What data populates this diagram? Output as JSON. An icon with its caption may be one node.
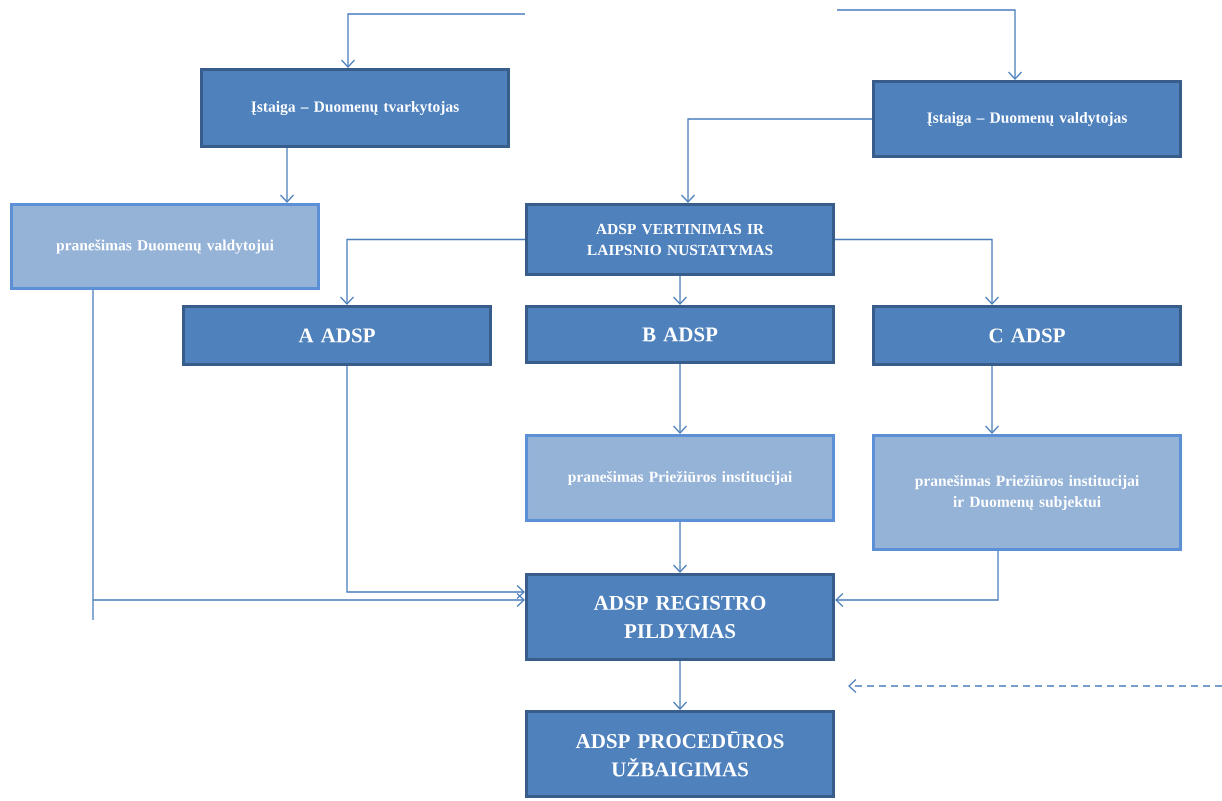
{
  "diagram": {
    "nodes": [
      {
        "text": [
          "Įstaiga – Duomenų tvarkytojas"
        ]
      },
      {
        "text": [
          "Įstaiga – Duomenų valdytojas"
        ]
      },
      {
        "text": [
          "pranešimas Duomenų valdytojui"
        ]
      },
      {
        "text": [
          "ADSP VERTINIMAS IR LAIPSNIO NUSTATYMAS"
        ]
      },
      {
        "text": [
          "A ADSP"
        ]
      },
      {
        "text": [
          "B ADSP"
        ]
      },
      {
        "text": [
          "C ADSP"
        ]
      },
      {
        "text": [
          "pranešimas Priežiūros institucijai"
        ]
      },
      {
        "text": [
          "pranešimas Priežiūros institucijai ir Duomenų subjektui"
        ]
      },
      {
        "text": [
          "ADSP REGISTRO PILDYMAS"
        ]
      },
      {
        "text": [
          "ADSP PROCEDŪROS UŽBAIGIMAS"
        ]
      }
    ],
    "edges": [
      {
        "from": null,
        "to": 0,
        "arrow": "to"
      },
      {
        "from": null,
        "to": 1,
        "arrow": "to"
      },
      {
        "from": 0,
        "to": 2,
        "arrow": "to"
      },
      {
        "from": 1,
        "to": 3,
        "arrow": "to"
      },
      {
        "from": 3,
        "to": 4,
        "arrow": "to"
      },
      {
        "from": 3,
        "to": 5,
        "arrow": "to"
      },
      {
        "from": 3,
        "to": 6,
        "arrow": "to"
      },
      {
        "from": 5,
        "to": 7,
        "arrow": "to"
      },
      {
        "from": 6,
        "to": 8,
        "arrow": "to"
      },
      {
        "from": 2,
        "to": 9,
        "arrow": "to"
      },
      {
        "from": 4,
        "to": 9,
        "arrow": "to"
      },
      {
        "from": 7,
        "to": 9,
        "arrow": "to"
      },
      {
        "from": 8,
        "to": 9,
        "arrow": "to"
      },
      {
        "from": 9,
        "to": 10,
        "arrow": "to"
      }
    ]
  }
}
